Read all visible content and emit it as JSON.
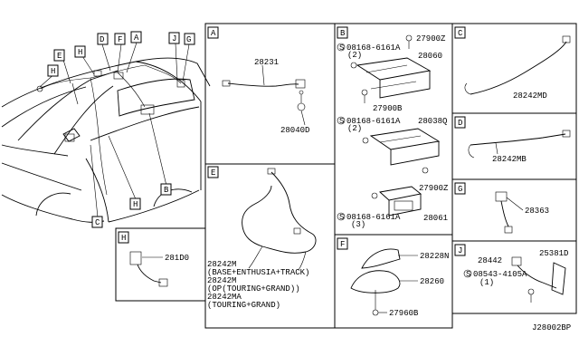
{
  "car_callouts": [
    "D",
    "F",
    "A",
    "J",
    "G",
    "E",
    "H",
    "H",
    "C",
    "B"
  ],
  "panels": {
    "A": {
      "letter": "A",
      "parts": [
        "28231",
        "28040D"
      ]
    },
    "B": {
      "letter": "B",
      "parts": [
        "27900Z",
        "08168-6161A",
        "(2)",
        "28060",
        "27900B",
        "08168-6161A",
        "(2)",
        "28038Q",
        "27900Z",
        "08168-6161A",
        "(3)",
        "28061"
      ]
    },
    "C": {
      "letter": "C",
      "parts": [
        "28242MD"
      ]
    },
    "D": {
      "letter": "D",
      "parts": [
        "28242MB"
      ]
    },
    "E": {
      "letter": "E",
      "parts": [
        "28242M",
        "(BASE+ENTHUSIA+TRACK)",
        "28242M",
        "(OP(TOURING+GRAND))",
        "28242MA",
        "(TOURING+GRAND)"
      ]
    },
    "F": {
      "letter": "F",
      "parts": [
        "28228N",
        "28260",
        "27960B"
      ]
    },
    "G": {
      "letter": "G",
      "parts": [
        "28363"
      ]
    },
    "H": {
      "letter": "H",
      "parts": [
        "281D0"
      ]
    },
    "J": {
      "letter": "J",
      "parts": [
        "28442",
        "25381D",
        "08543-4105A",
        "(1)"
      ]
    }
  },
  "diagram_id": "J28002BP"
}
